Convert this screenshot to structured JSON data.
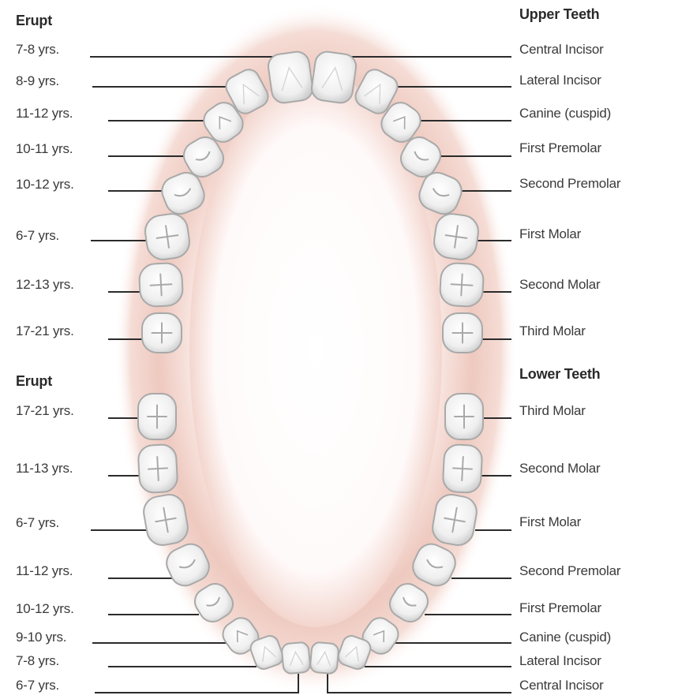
{
  "upper": {
    "erupt_heading": "Erupt",
    "heading": "Upper Teeth",
    "rows": [
      {
        "age": "7-8 yrs.",
        "tooth": "Central Incisor"
      },
      {
        "age": "8-9 yrs.",
        "tooth": "Lateral Incisor"
      },
      {
        "age": "11-12 yrs.",
        "tooth": "Canine (cuspid)"
      },
      {
        "age": "10-11 yrs.",
        "tooth": "First Premolar"
      },
      {
        "age": "10-12 yrs.",
        "tooth": "Second Premolar"
      },
      {
        "age": "6-7 yrs.",
        "tooth": "First Molar"
      },
      {
        "age": "12-13 yrs.",
        "tooth": "Second Molar"
      },
      {
        "age": "17-21 yrs.",
        "tooth": "Third Molar"
      }
    ]
  },
  "lower": {
    "erupt_heading": "Erupt",
    "heading": "Lower Teeth",
    "rows": [
      {
        "age": "17-21 yrs.",
        "tooth": "Third Molar"
      },
      {
        "age": "11-13 yrs.",
        "tooth": "Second Molar"
      },
      {
        "age": "6-7 yrs.",
        "tooth": "First Molar"
      },
      {
        "age": "11-12 yrs.",
        "tooth": "Second Premolar"
      },
      {
        "age": "10-12 yrs.",
        "tooth": "First Premolar"
      },
      {
        "age": "9-10 yrs.",
        "tooth": "Canine (cuspid)"
      },
      {
        "age": "7-8 yrs.",
        "tooth": "Lateral Incisor"
      },
      {
        "age": "6-7 yrs.",
        "tooth": "Central Incisor"
      }
    ]
  },
  "colors": {
    "gum_outer": "#e8c2b8",
    "gum_inner": "#ffffff",
    "tooth_fill": "#f4f4f4",
    "tooth_edge": "#a9a9a9",
    "leader_line": "#2b2b2b",
    "text": "#3a3a3a"
  }
}
